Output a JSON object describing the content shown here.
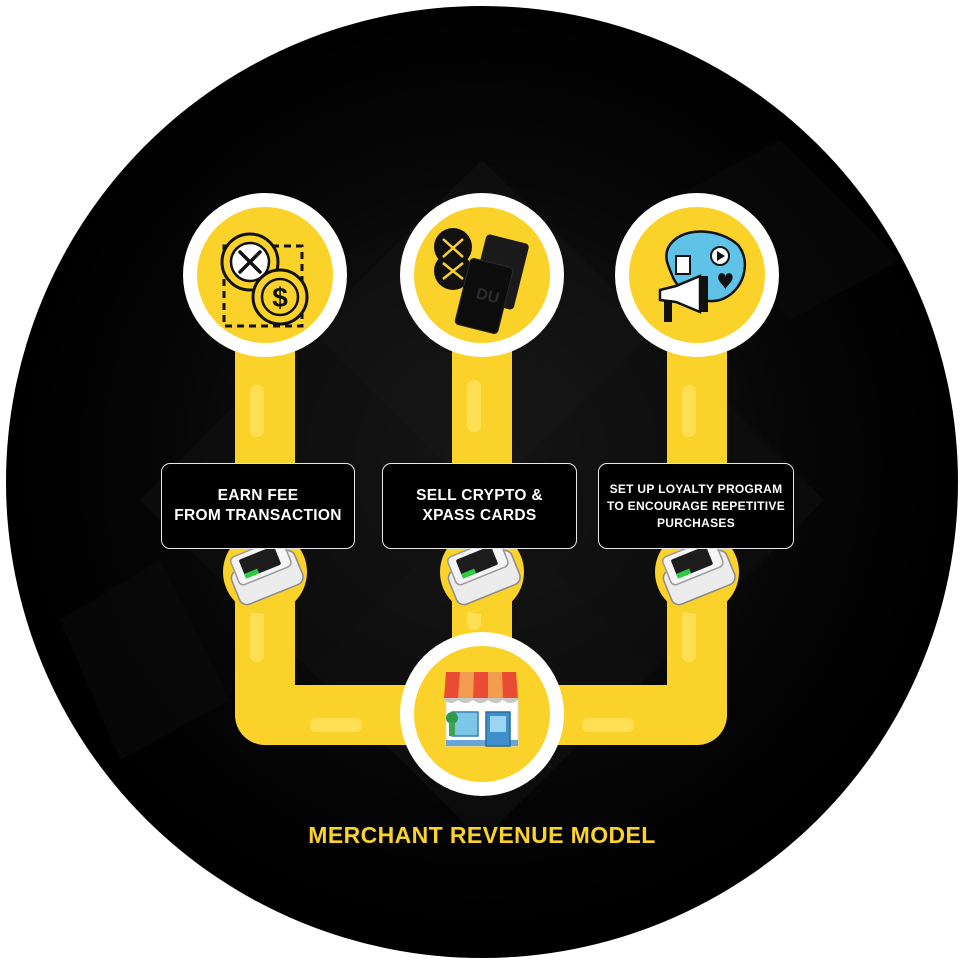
{
  "diagram": {
    "title": "MERCHANT REVENUE MODEL",
    "colors": {
      "background": "#000000",
      "accent_yellow": "#fbd22a",
      "node_ring": "#ffffff",
      "box_border": "#e8e8e8"
    },
    "branches": [
      {
        "icon": "coin-dollar-exchange-icon",
        "label_lines": [
          "EARN FEE",
          "FROM TRANSACTION"
        ],
        "terminal": "payment-terminal-icon"
      },
      {
        "icon": "xpass-cards-icon",
        "label_lines": [
          "SELL CRYPTO &",
          "XPASS CARDS"
        ],
        "terminal": "payment-terminal-icon"
      },
      {
        "icon": "marketing-megaphone-icon",
        "label_lines": [
          "SET UP LOYALTY PROGRAM",
          "TO ENCOURAGE REPETITIVE",
          "PURCHASES"
        ],
        "terminal": "payment-terminal-icon"
      }
    ],
    "hub": {
      "icon": "storefront-icon"
    }
  }
}
